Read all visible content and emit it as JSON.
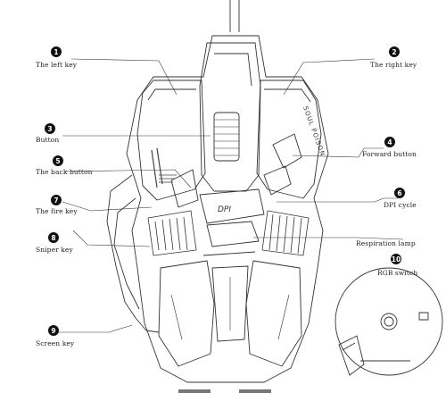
{
  "callouts": [
    {
      "number": "1",
      "label": "The left key"
    },
    {
      "number": "2",
      "label": "The right key"
    },
    {
      "number": "3",
      "label": "Button"
    },
    {
      "number": "4",
      "label": "Forward button"
    },
    {
      "number": "5",
      "label": "The back button"
    },
    {
      "number": "6",
      "label": "DPI cycle"
    },
    {
      "number": "7",
      "label": "The fire key"
    },
    {
      "number": "8",
      "label": "Sniper key"
    },
    {
      "number": "9",
      "label": "Screen key"
    },
    {
      "number": "10",
      "label": "RGB switch"
    },
    {
      "number": "",
      "label": "Respiration lamp"
    }
  ],
  "mouse": {
    "dpi_text": "DPI",
    "brand_text": "SOUL POISON"
  },
  "colors": {
    "line": "#333333",
    "marker": "#111111"
  }
}
